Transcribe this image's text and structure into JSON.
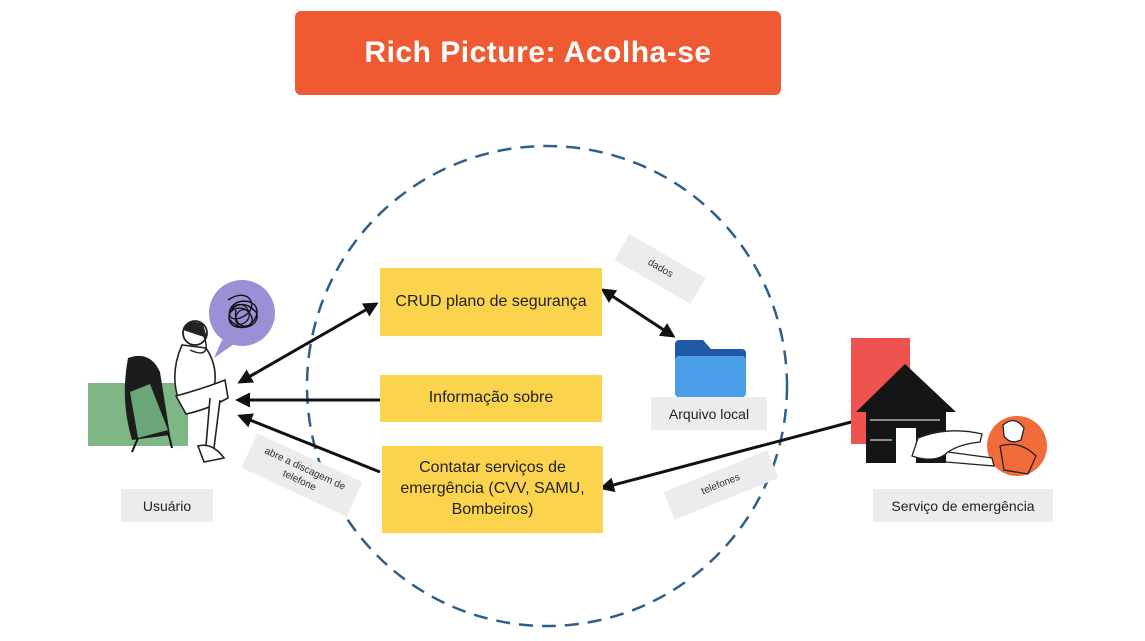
{
  "title": "Rich Picture: Acolha-se",
  "system": {
    "crud_box": "CRUD plano de segurança",
    "info_box": "Informação sobre",
    "contact_box": "Contatar serviços de emergência (CVV, SAMU, Bombeiros)"
  },
  "actors": {
    "user_label": "Usuário",
    "file_label": "Arquivo local",
    "emergency_label": "Serviço de emergência"
  },
  "flows": {
    "data_tag": "dados",
    "dial_tag": "abre a discagem de telefone",
    "phones_tag": "telefones"
  },
  "icons": {
    "user": "person-sitting-icon",
    "thought": "scribble-thought-bubble-icon",
    "file": "folder-icon",
    "emergency": "house-helping-hand-icon"
  },
  "colors": {
    "title_bg": "#f05a32",
    "box_bg": "#fcd34d",
    "label_bg": "#ececef",
    "boundary": "#2f5e8a",
    "user_block": "#7fb685",
    "folder": "#4a9fe8",
    "emergency_red": "#ef5350",
    "emergency_orange": "#f26b3a"
  }
}
